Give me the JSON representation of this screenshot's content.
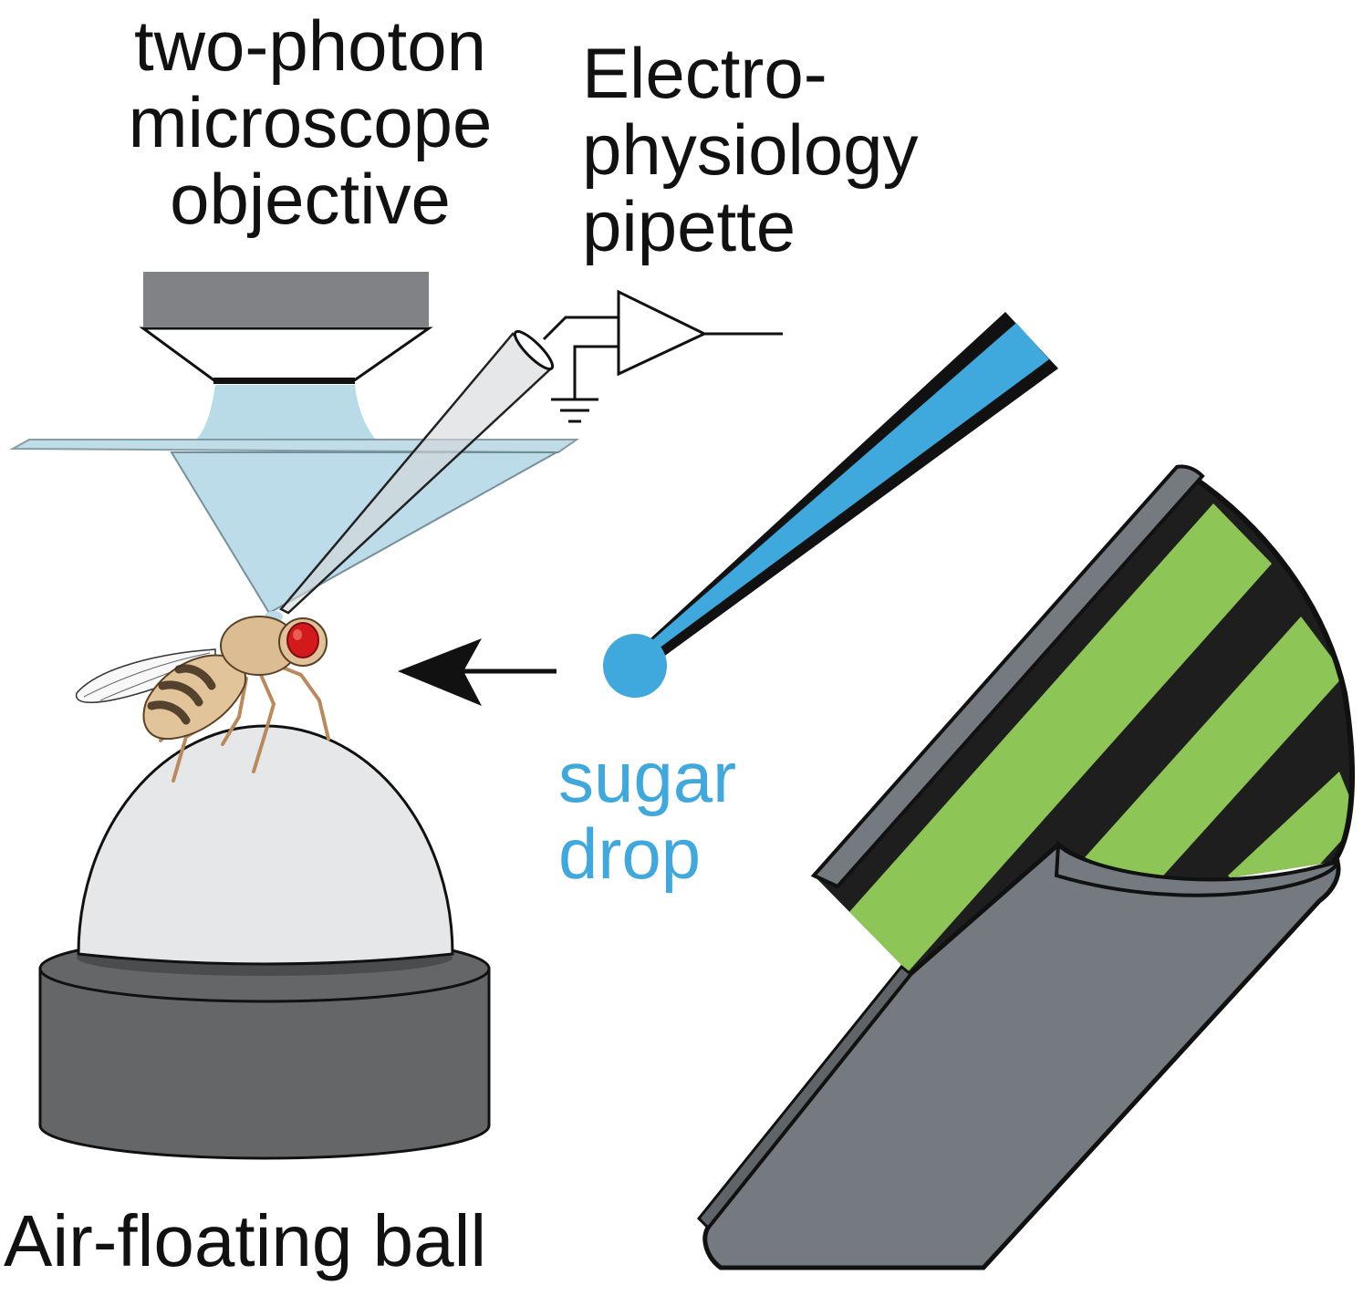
{
  "labels": {
    "objective": [
      "two-photon",
      "microscope",
      "objective"
    ],
    "pipette": [
      "Electro-",
      "physiology",
      "pipette"
    ],
    "sugar_drop": [
      "sugar",
      "drop"
    ],
    "ball": "Air-floating ball"
  },
  "colors": {
    "text": "#111111",
    "sugar": "#3fa8dc",
    "objective_dark": "#808285",
    "light_beam": "#b9dbe8",
    "ball": "#e6e7e8",
    "ball_base": "#656668",
    "screen_frame": "#747a80",
    "stripe_green": "#8dc556",
    "stripe_black": "#1e1e1e",
    "fly_body": "#dcbc93",
    "fly_eye": "#d4191c"
  },
  "icons": {
    "amplifier": "amplifier-triangle-icon",
    "ground": "ground-symbol-icon",
    "arrow": "left-arrow-icon",
    "fly": "drosophila-icon"
  }
}
